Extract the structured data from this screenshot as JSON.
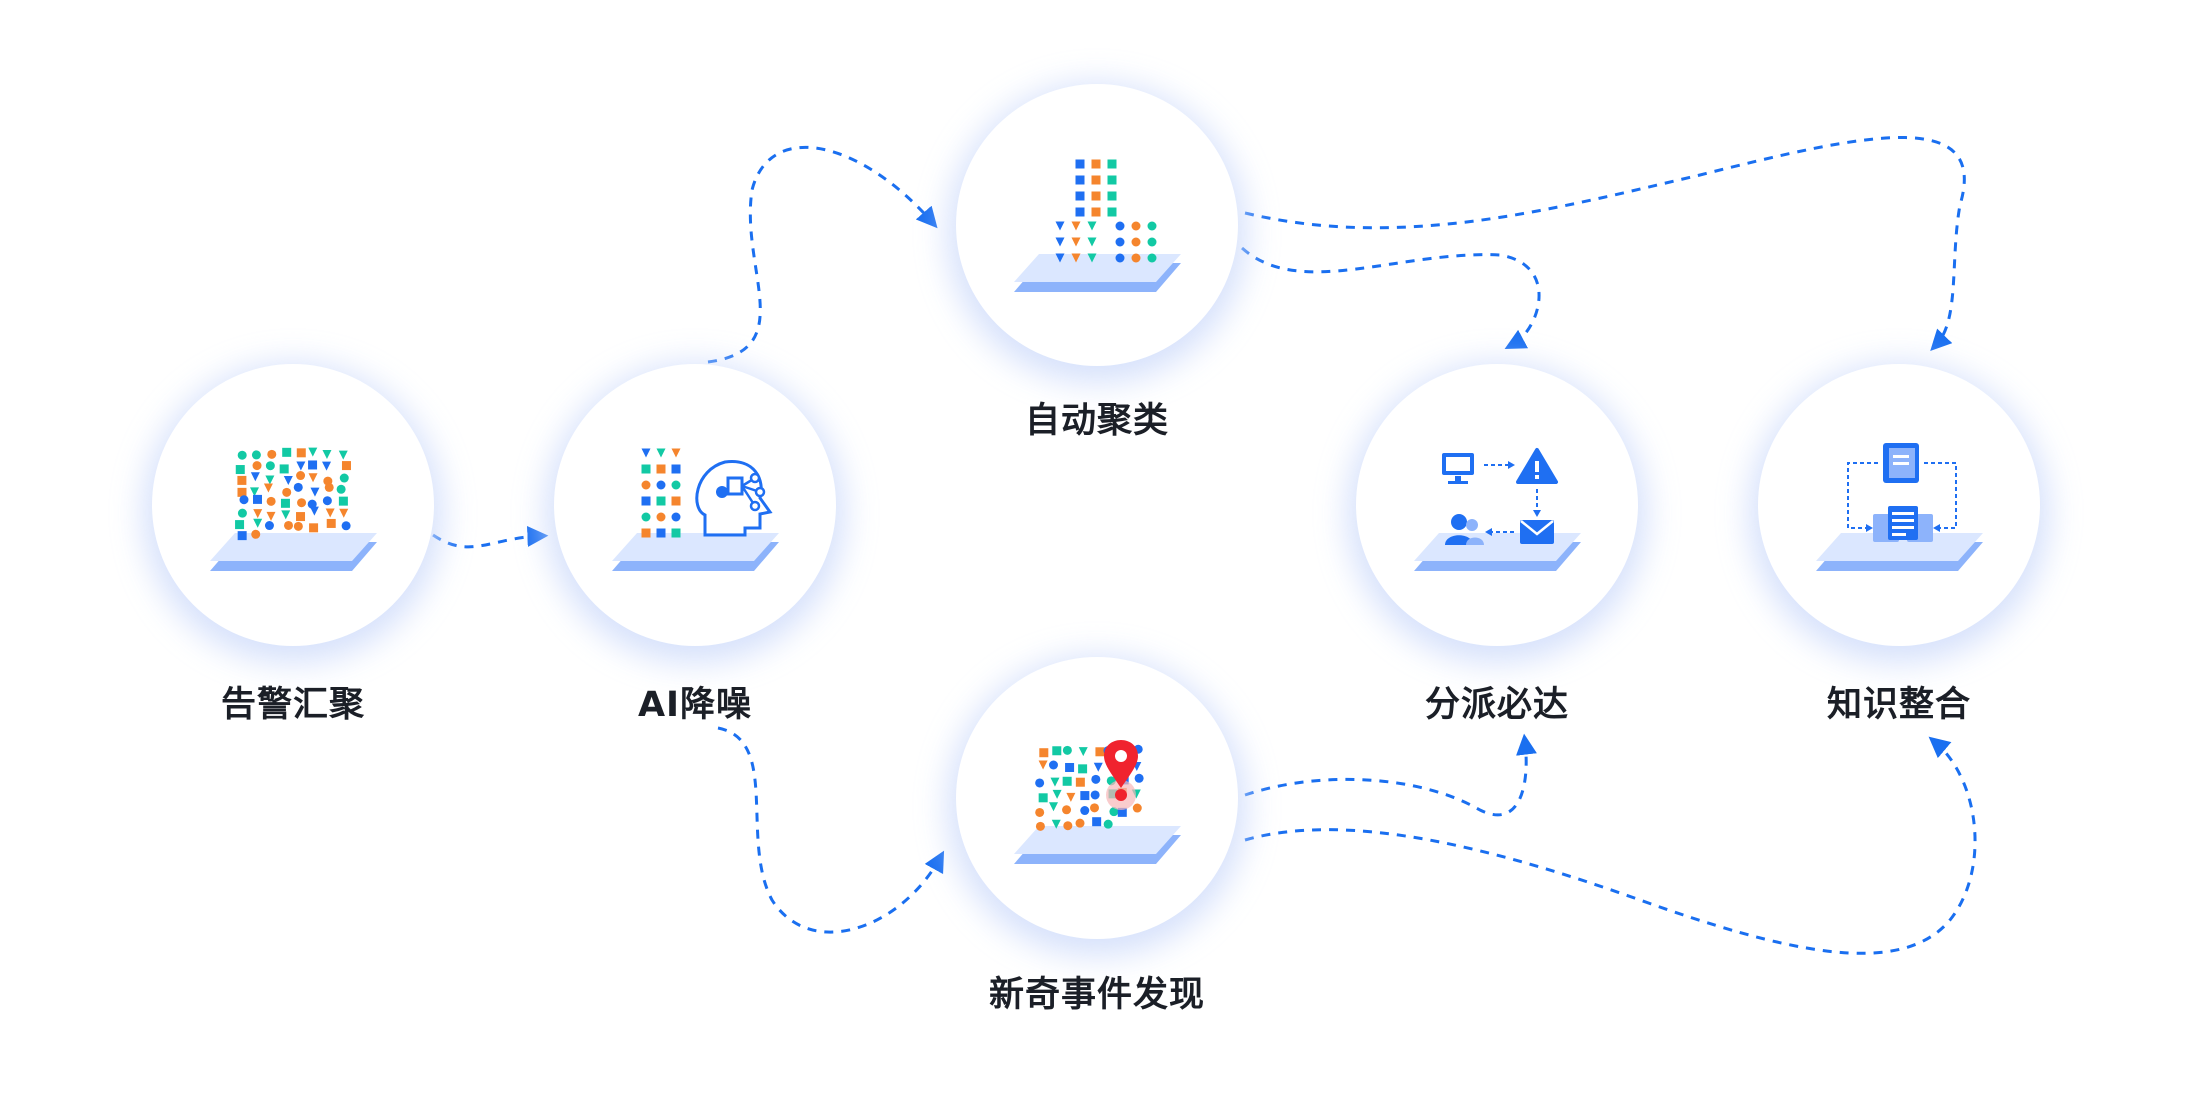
{
  "diagram": {
    "nodes": [
      {
        "id": "aggregate",
        "label": "告警汇聚",
        "icon": "scattered-alerts-icon"
      },
      {
        "id": "denoise",
        "label": "AI降噪",
        "icon": "ai-brain-icon"
      },
      {
        "id": "cluster",
        "label": "自动聚类",
        "icon": "clustered-columns-icon"
      },
      {
        "id": "novelty",
        "label": "新奇事件发现",
        "icon": "location-pin-icon"
      },
      {
        "id": "dispatch",
        "label": "分派必达",
        "icon": "dispatch-flow-icon"
      },
      {
        "id": "knowledge",
        "label": "知识整合",
        "icon": "knowledge-base-icon"
      }
    ],
    "edges": [
      {
        "from": "aggregate",
        "to": "denoise"
      },
      {
        "from": "denoise",
        "to": "cluster"
      },
      {
        "from": "denoise",
        "to": "novelty"
      },
      {
        "from": "cluster",
        "to": "dispatch"
      },
      {
        "from": "cluster",
        "to": "knowledge"
      },
      {
        "from": "novelty",
        "to": "dispatch"
      },
      {
        "from": "novelty",
        "to": "knowledge"
      }
    ],
    "colors": {
      "arrow": "#1a6ff0",
      "blue": "#1f6ff2",
      "teal": "#12c9a4",
      "orange": "#f5852d",
      "red": "#f0232e",
      "platform_top": "#dbe7ff",
      "platform_side": "#8db3fb",
      "glow": "#cfdcfb",
      "label": "#1b1f27"
    }
  }
}
